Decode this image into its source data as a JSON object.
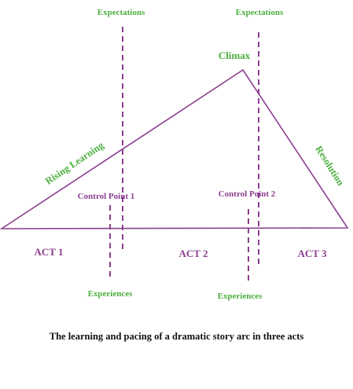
{
  "diagram": {
    "colors": {
      "stroke": "#8b3f8f",
      "green_text": "#4caf3f",
      "purple_text": "#8b3f8f",
      "caption_text": "#111111"
    },
    "labels": {
      "expectations_1": "Expectations",
      "expectations_2": "Expectations",
      "climax": "Climax",
      "rising_learning": "Rising Learning",
      "resolution": "Resolution",
      "control_point_1": "Control Point 1",
      "control_point_2": "Control Point 2",
      "act_1": "ACT 1",
      "act_2": "ACT 2",
      "act_3": "ACT 3",
      "experiences_1": "Experiences",
      "experiences_2": "Experiences"
    },
    "caption": "The learning and pacing of a dramatic story arc in three acts"
  }
}
